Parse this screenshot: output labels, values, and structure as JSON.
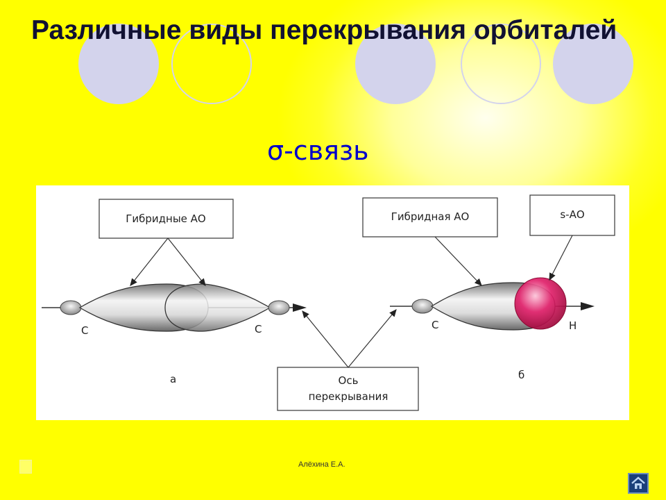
{
  "slide": {
    "title": "Различные виды перекрывания орбиталей",
    "subtitle": "σ-связь",
    "footer": "Алёхина Е.А."
  },
  "diagram": {
    "label_hybrid_ao": "Гибридные АО",
    "label_hybrid_ao_single": "Гибридная АО",
    "label_s_ao": "s-АО",
    "label_axis_line1": "Ось",
    "label_axis_line2": "перекрывания",
    "atom_c_left": "С",
    "atom_c_mid": "С",
    "atom_c_right": "С",
    "atom_h": "Н",
    "part_a": "а",
    "part_b": "б"
  },
  "colors": {
    "background": "#ffff00",
    "title": "#111133",
    "subtitle": "#0000cc",
    "s_orbital": "#d81050"
  },
  "icons": {
    "home": "home-icon"
  }
}
